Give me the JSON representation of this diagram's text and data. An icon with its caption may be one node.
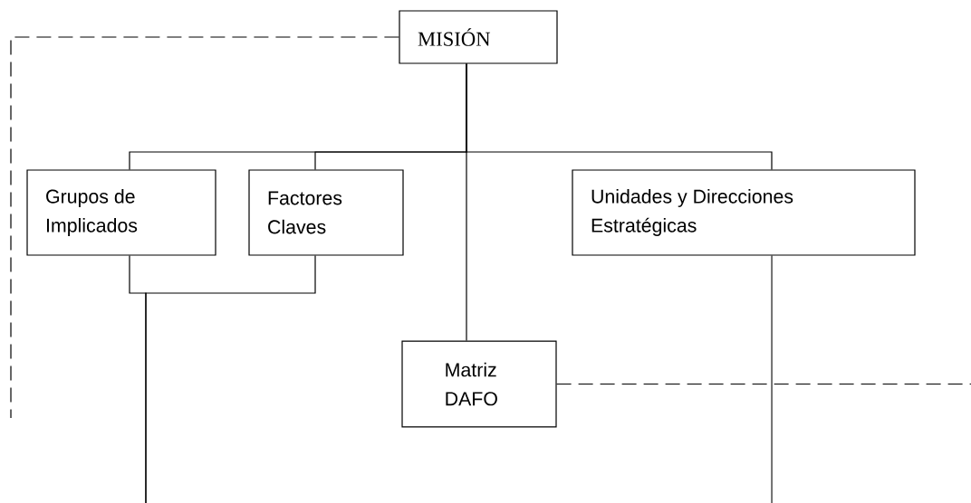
{
  "diagram": {
    "nodes": [
      {
        "text": [
          "MISIÓN"
        ]
      },
      {
        "text": [
          "Grupos de Implicados"
        ]
      },
      {
        "text": [
          "Factores Claves"
        ]
      },
      {
        "text": [
          "Unidades y Direcciones Estratégicas"
        ]
      },
      {
        "text": [
          "Matriz DAFO"
        ]
      }
    ],
    "edges": [
      {
        "from": 0,
        "to": 1,
        "arrow": "none"
      },
      {
        "from": 0,
        "to": 2,
        "arrow": "none"
      },
      {
        "from": 0,
        "to": 3,
        "arrow": "none"
      },
      {
        "from": 0,
        "to": 4,
        "arrow": "none"
      },
      {
        "from": 1,
        "to": null,
        "arrow": "none"
      },
      {
        "from": 2,
        "to": null,
        "arrow": "none"
      },
      {
        "from": 3,
        "to": null,
        "arrow": "none"
      },
      {
        "from": 0,
        "to": null,
        "arrow": "none",
        "style": "dashed"
      },
      {
        "from": 4,
        "to": null,
        "arrow": "none",
        "style": "dashed"
      }
    ]
  }
}
